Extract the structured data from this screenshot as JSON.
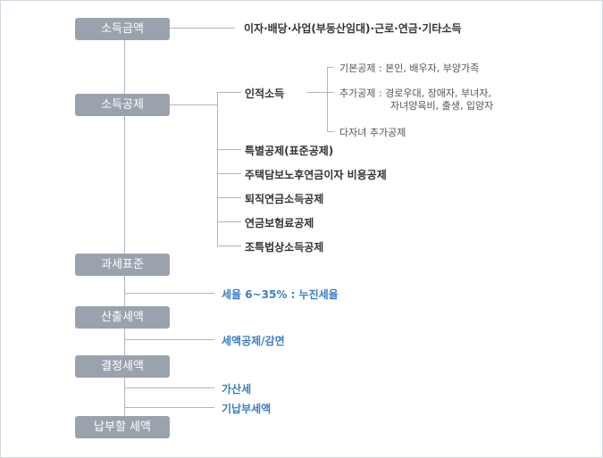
{
  "steps": {
    "income_amount": "소득금액",
    "income_deduction": "소득공제",
    "tax_base": "과세표준",
    "calculated_tax": "산출세액",
    "determined_tax": "결정세액",
    "payable_tax": "납부할 세액"
  },
  "income_amount_desc": "이자·배당·사업(부동산임대)·근로·연금·기타소득",
  "deductions": {
    "personal": "인적소득",
    "personal_items": {
      "basic": "기본공제 : 본인, 배우자, 부양가족",
      "additional_line1": "추가공제 : 경로우대, 장애자, 부녀자,",
      "additional_line2": "자녀양육비, 출생, 입양자",
      "multi_child": "다자녀 추가공제"
    },
    "special": "특별공제(표준공제)",
    "housing_loan": "주택담보노후연금이자 비용공제",
    "retirement_pension": "퇴직연금소득공제",
    "pension_insurance": "연금보험료공제",
    "special_tax_law": "조특법상소득공제"
  },
  "tax_rate": "세율 6~35% : 누진세율",
  "tax_credit": "세액공제/감면",
  "surtax": "가산세",
  "prepaid_tax": "기납부세액"
}
